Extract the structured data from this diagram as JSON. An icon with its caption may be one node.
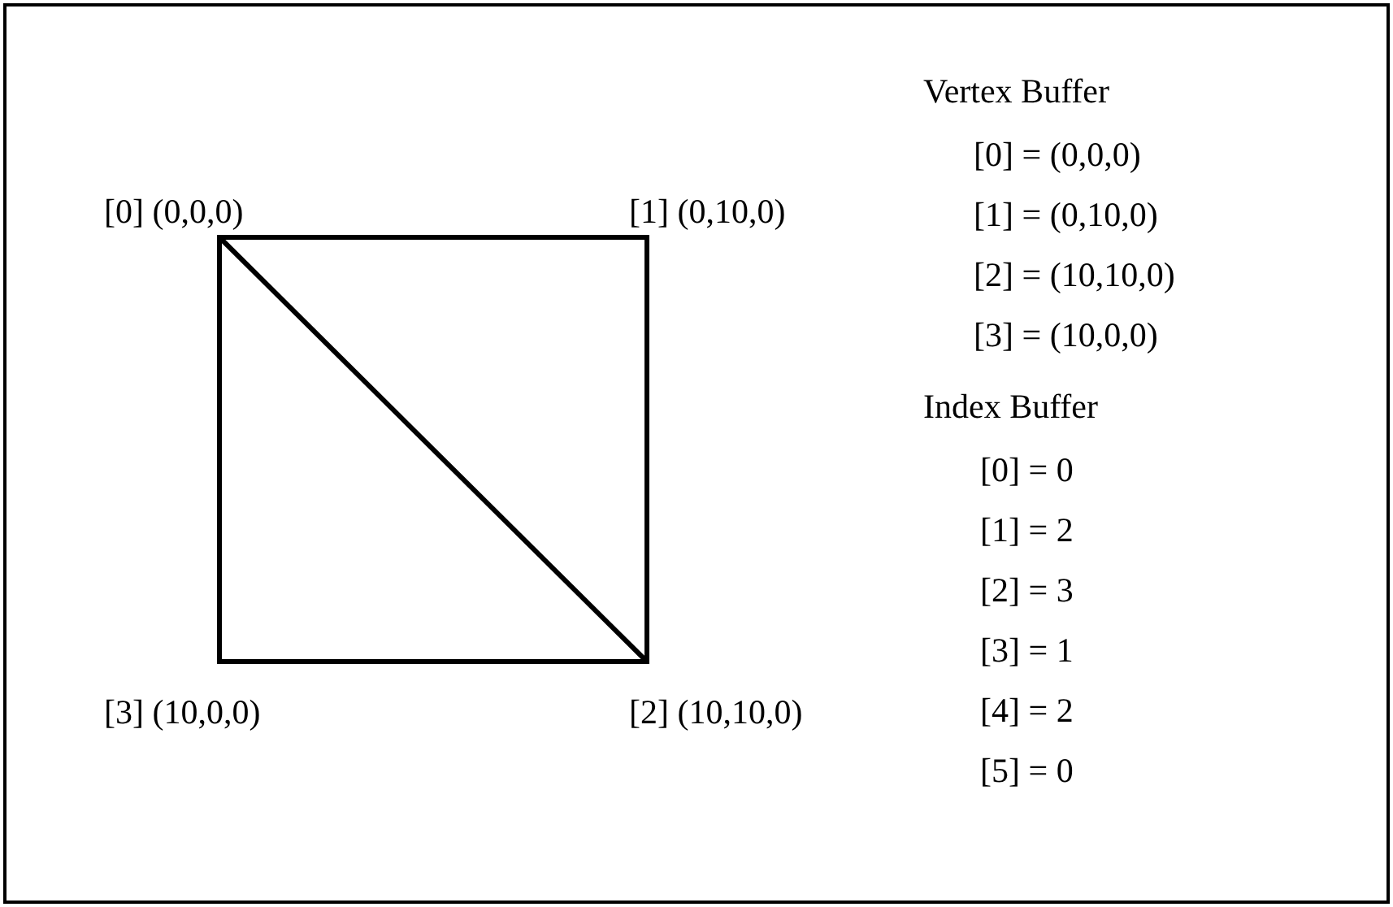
{
  "diagram": {
    "labels": [
      "[0] (0,0,0)",
      "[1] (0,10,0)",
      "[3] (10,0,0)",
      "[2] (10,10,0)",
      "Vertex Buffer",
      "[0] = (0,0,0)",
      "[1] = (0,10,0)",
      "[2] = (10,10,0)",
      "[3] = (10,0,0)",
      "Index Buffer",
      "[0] = 0",
      "[1] = 2",
      "[2] = 3",
      "[3] = 1",
      "[4] = 2",
      "[5] = 0"
    ]
  }
}
